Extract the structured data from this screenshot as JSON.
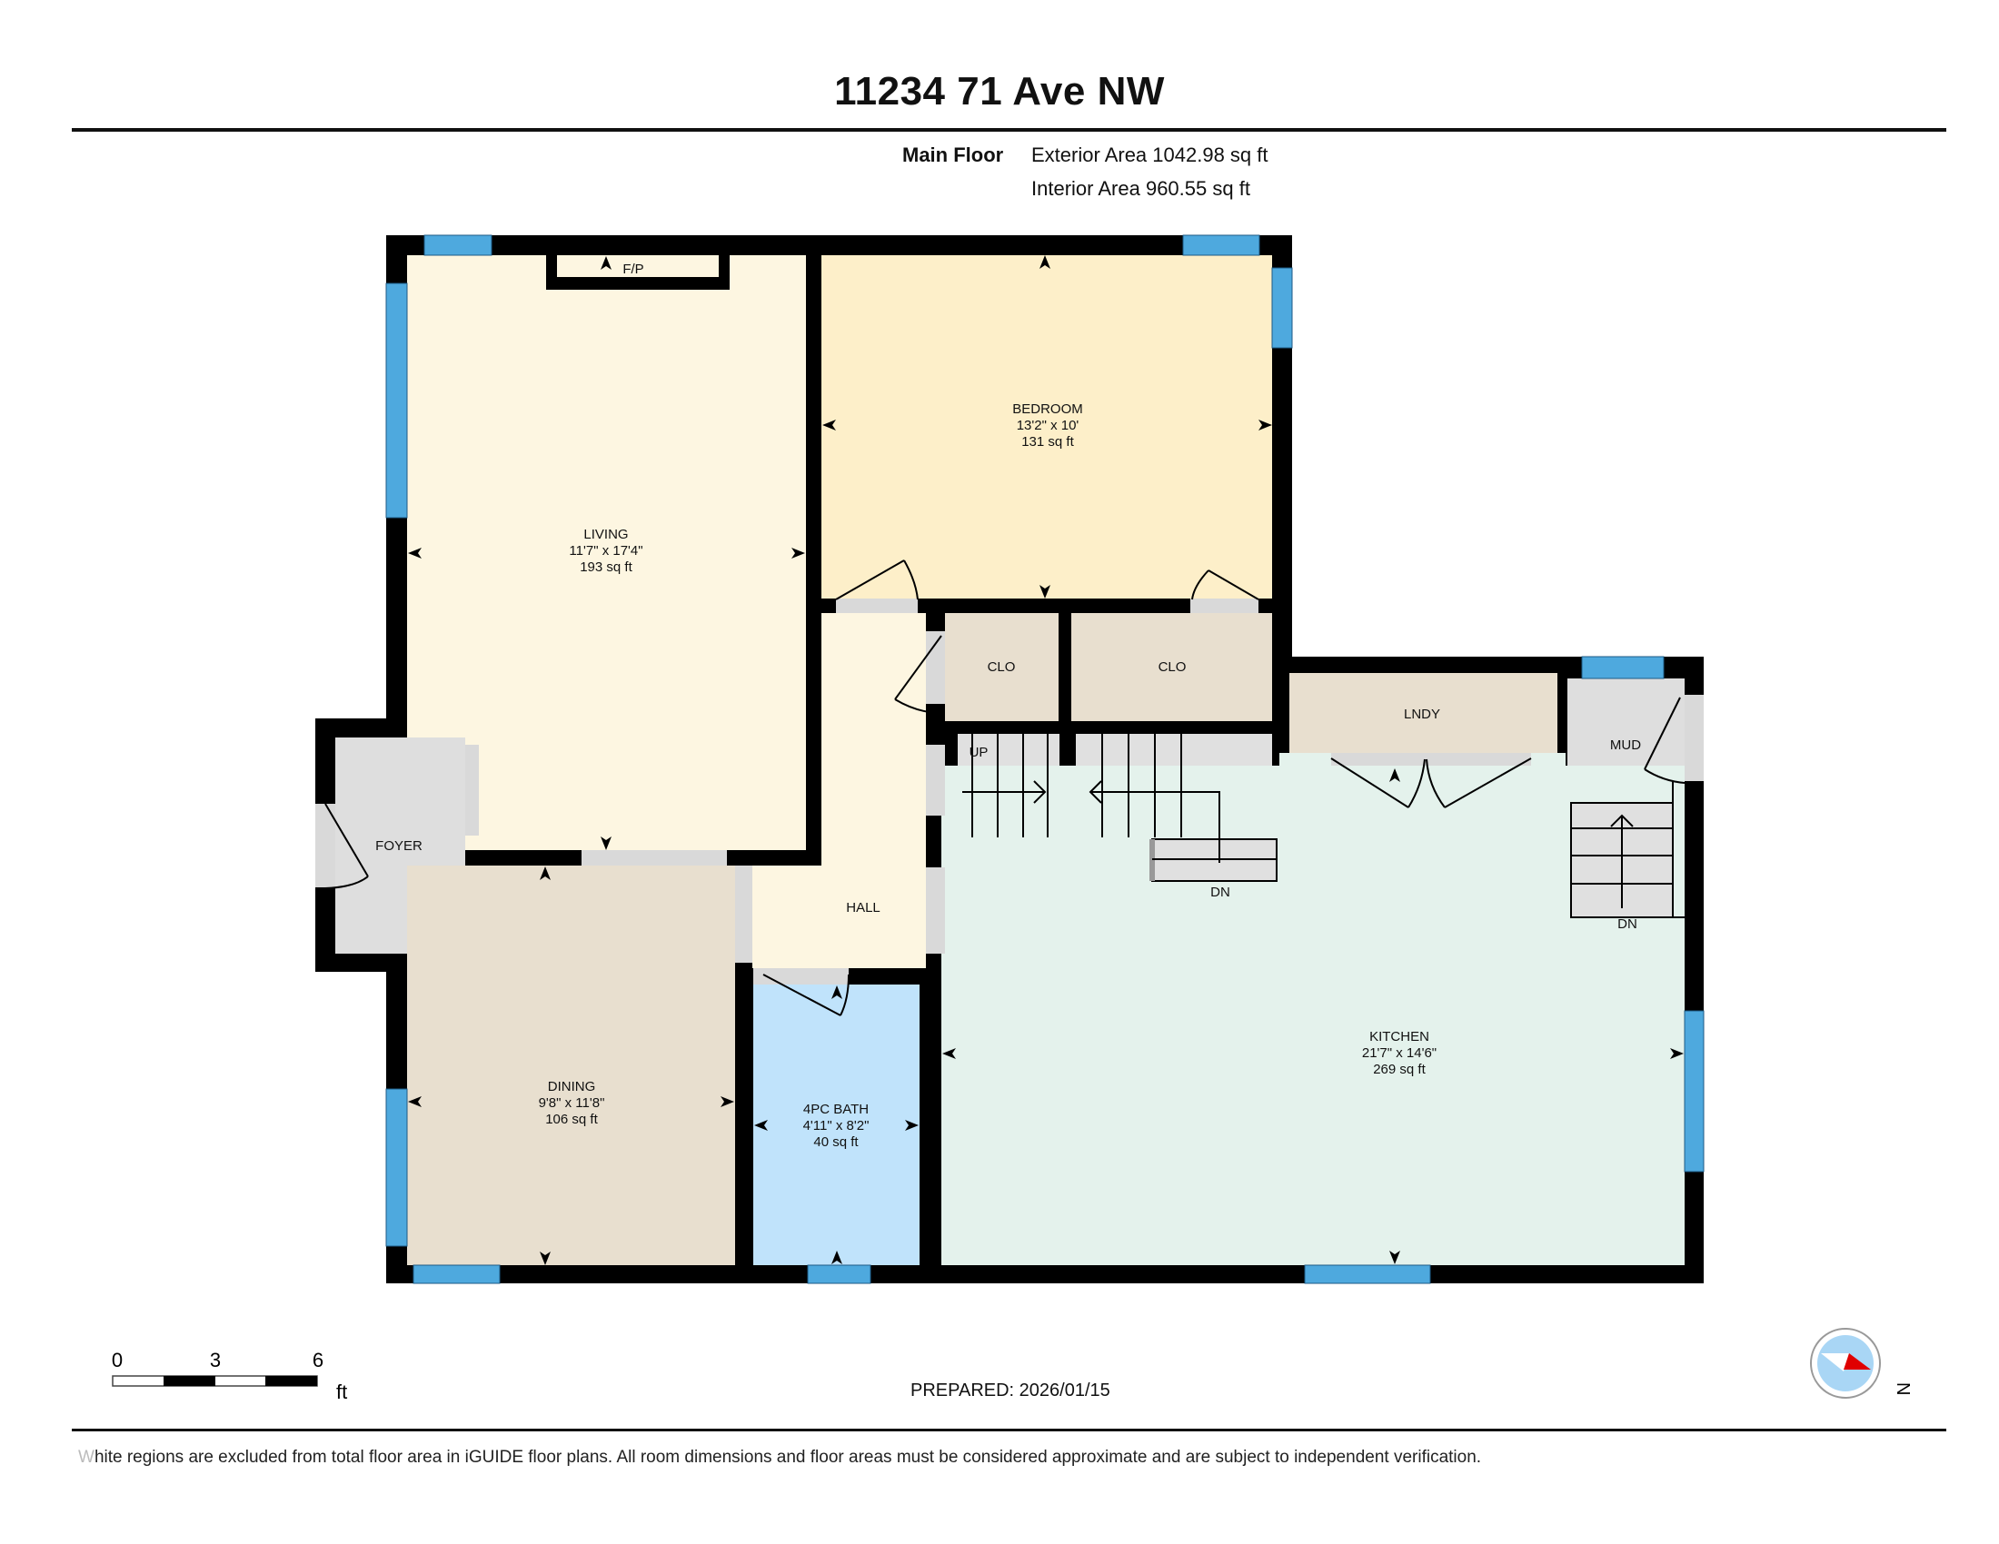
{
  "header": {
    "title": "11234 71 Ave NW",
    "floor_label": "Main Floor",
    "exterior_area": "Exterior Area 1042.98 sq ft",
    "interior_area": "Interior Area 960.55 sq ft"
  },
  "rooms": {
    "living": {
      "name": "LIVING",
      "dims": "11'7\" x 17'4\"",
      "area": "193 sq ft",
      "color": "#fdf6e1"
    },
    "fireplace": {
      "name": "F/P"
    },
    "bedroom": {
      "name": "BEDROOM",
      "dims": "13'2\" x 10'",
      "area": "131 sq ft",
      "color": "#fdefc9"
    },
    "closet1": {
      "name": "CLO",
      "color": "#e8dfcf"
    },
    "closet2": {
      "name": "CLO",
      "color": "#e8dfcf"
    },
    "laundry": {
      "name": "LNDY",
      "color": "#e8dfcf"
    },
    "mud": {
      "name": "MUD",
      "color": "#dedede"
    },
    "foyer": {
      "name": "FOYER",
      "color": "#dedede"
    },
    "hall": {
      "name": "HALL",
      "color": "#fdf6e1"
    },
    "dining": {
      "name": "DINING",
      "dims": "9'8\" x 11'8\"",
      "area": "106 sq ft",
      "color": "#e8dfcf"
    },
    "bath": {
      "name": "4PC BATH",
      "dims": "4'11\" x 8'2\"",
      "area": "40 sq ft",
      "color": "#c0e3fb"
    },
    "kitchen": {
      "name": "KITCHEN",
      "dims": "21'7\" x 14'6\"",
      "area": "269 sq ft",
      "color": "#e4f2ec"
    },
    "stairs_up": {
      "label": "UP"
    },
    "stairs_down": {
      "label": "DN"
    },
    "mud_stairs_down": {
      "label": "DN"
    }
  },
  "colors": {
    "wall": "#000000",
    "window": "#4ea9de",
    "door_gap": "#d9d9d9",
    "stair": "#e0e0e0"
  },
  "scale_bar": {
    "labels": [
      "0",
      "3",
      "6"
    ],
    "unit": "ft"
  },
  "prepared": "PREPARED: 2026/01/15",
  "compass": {
    "label": "N"
  },
  "footnote": {
    "first_letter": "W",
    "text": "hite regions are excluded from total floor area in iGUIDE floor plans. All room dimensions and floor areas must be considered approximate and are subject to independent verification."
  }
}
